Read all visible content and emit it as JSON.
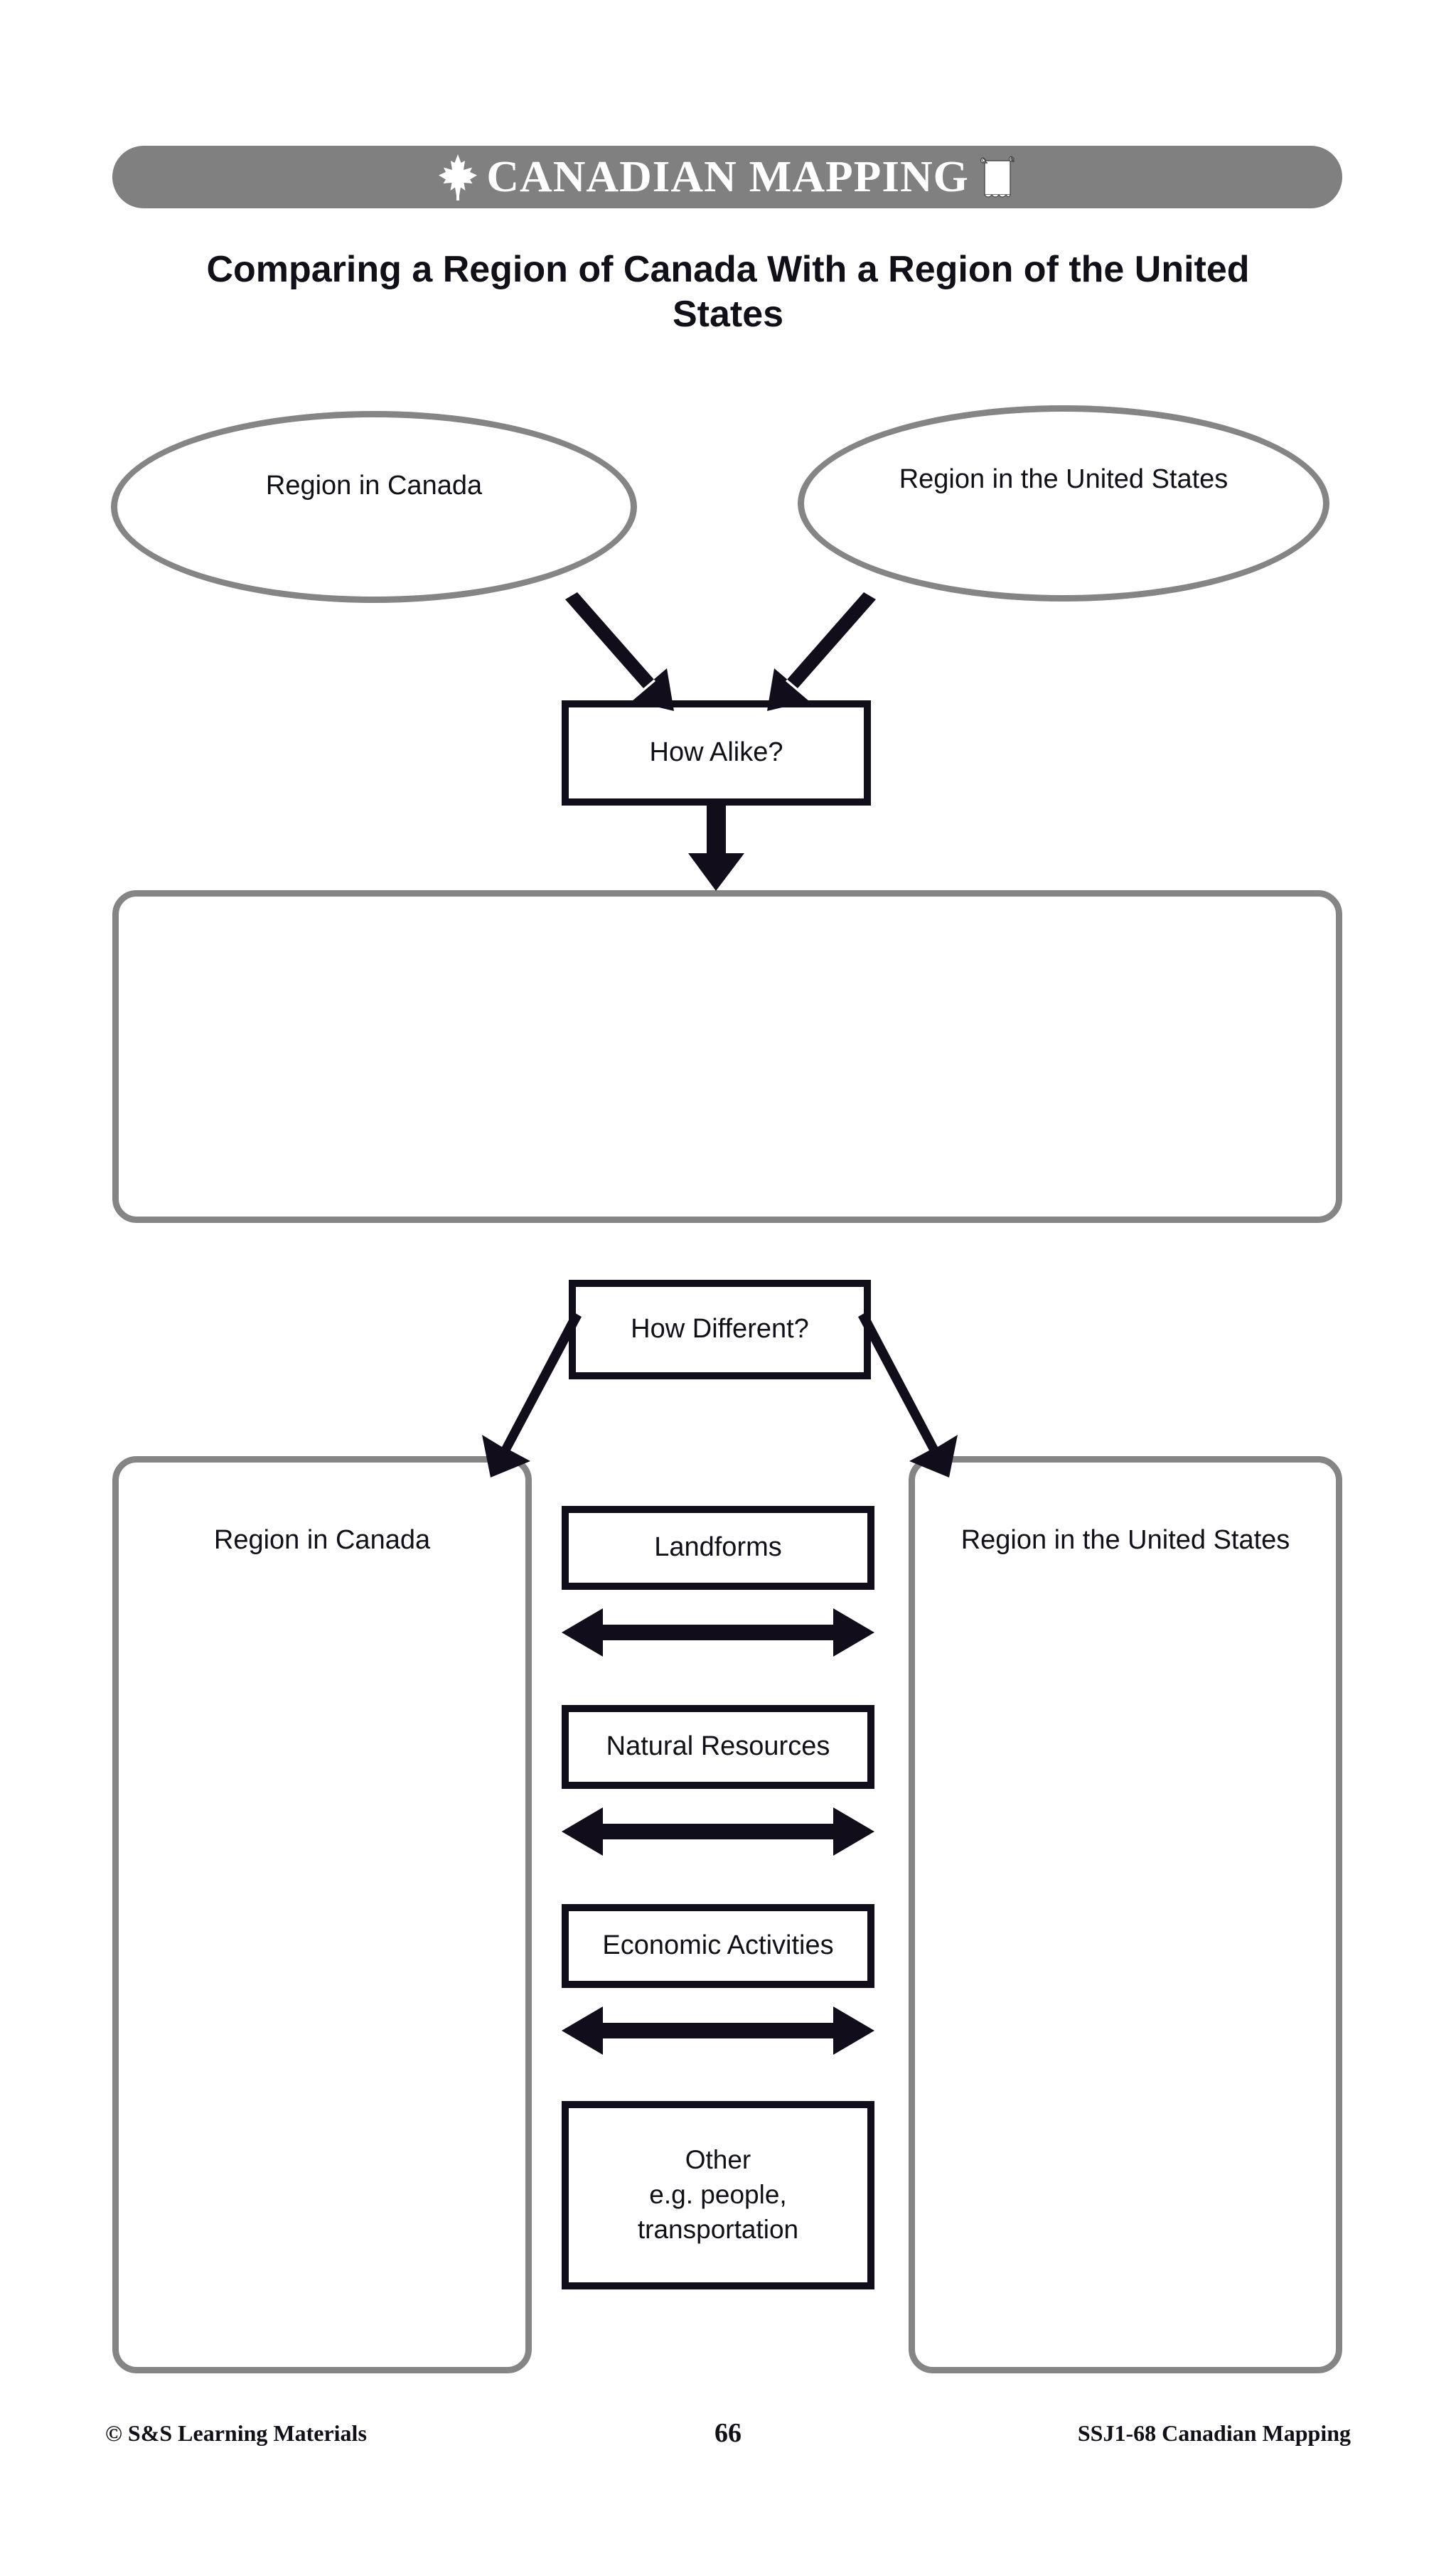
{
  "header": {
    "banner_title": "CANADIAN MAPPING",
    "left_icon": "maple-leaf-icon",
    "right_icon": "scroll-map-icon",
    "banner_color": "#808080",
    "banner_text_color": "#ffffff"
  },
  "page_title": "Comparing a Region of Canada With a Region of the United States",
  "diagram": {
    "top_ellipses": [
      {
        "label": "Region in Canada"
      },
      {
        "label": "Region in the United States"
      }
    ],
    "how_alike_box": {
      "label": "How Alike?"
    },
    "alike_answer_box": {
      "value": ""
    },
    "how_different_box": {
      "label": "How Different?"
    },
    "comparison_columns": [
      {
        "label": "Region in Canada",
        "value": ""
      },
      {
        "label": "Region in the United States",
        "value": ""
      }
    ],
    "category_boxes": [
      {
        "label": "Landforms"
      },
      {
        "label": "Natural Resources"
      },
      {
        "label": "Economic Activities"
      },
      {
        "label": "Other\ne.g. people,\ntransportation"
      }
    ],
    "category_other_lines": [
      "Other",
      "e.g. people,",
      "transportation"
    ],
    "colors": {
      "outline_gray": "#858585",
      "outline_black": "#120d1a",
      "text": "#111018"
    }
  },
  "footer": {
    "copyright": "© S&S Learning Materials",
    "page_number": "66",
    "reference": "SSJ1-68 Canadian Mapping"
  }
}
